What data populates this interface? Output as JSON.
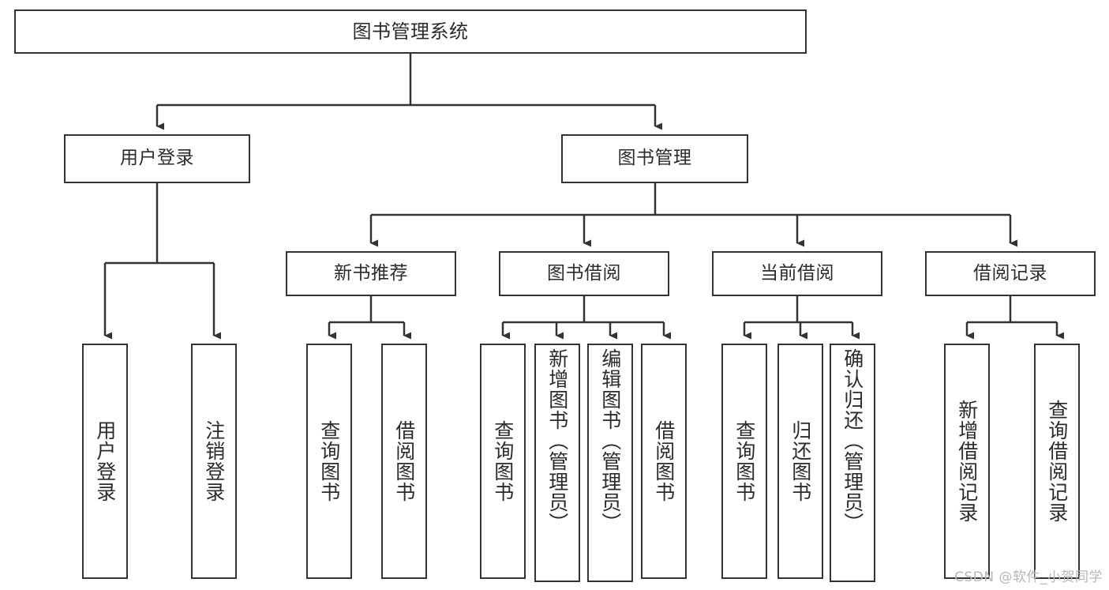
{
  "diagram": {
    "title": "图书管理系统",
    "type": "functional-structure-tree",
    "watermark": "CSDN @软件_小贺同学",
    "colors": {
      "background": "#ffffff",
      "node_border": "#333333",
      "node_fill": "#ffffff",
      "text": "#2b2b2b",
      "edge": "#333333",
      "watermark": "#b8b8b8"
    },
    "levels": {
      "root": {
        "label": "图书管理系统"
      },
      "level2": [
        {
          "id": "user-login",
          "label": "用户登录"
        },
        {
          "id": "book-management",
          "label": "图书管理"
        }
      ],
      "level3": [
        {
          "id": "new-book-recommend",
          "label": "新书推荐",
          "parent": "book-management"
        },
        {
          "id": "book-borrow",
          "label": "图书借阅",
          "parent": "book-management"
        },
        {
          "id": "current-borrow",
          "label": "当前借阅",
          "parent": "book-management"
        },
        {
          "id": "borrow-record",
          "label": "借阅记录",
          "parent": "book-management"
        }
      ],
      "leaves": [
        {
          "id": "leaf-user-login",
          "label": "用户登录",
          "parent": "user-login"
        },
        {
          "id": "leaf-logout-login",
          "label": "注销登录",
          "parent": "user-login"
        },
        {
          "id": "leaf-query-book-1",
          "label": "查询图书",
          "parent": "new-book-recommend"
        },
        {
          "id": "leaf-borrow-book-1",
          "label": "借阅图书",
          "parent": "new-book-recommend"
        },
        {
          "id": "leaf-query-book-2",
          "label": "查询图书",
          "parent": "book-borrow"
        },
        {
          "id": "leaf-add-book",
          "label": "新增图书（管理员）",
          "parent": "book-borrow"
        },
        {
          "id": "leaf-edit-book",
          "label": "编辑图书（管理员）",
          "parent": "book-borrow"
        },
        {
          "id": "leaf-borrow-book-2",
          "label": "借阅图书",
          "parent": "book-borrow"
        },
        {
          "id": "leaf-query-book-3",
          "label": "查询图书",
          "parent": "current-borrow"
        },
        {
          "id": "leaf-return-book",
          "label": "归还图书",
          "parent": "current-borrow"
        },
        {
          "id": "leaf-confirm-return",
          "label": "确认归还（管理员）",
          "parent": "current-borrow"
        },
        {
          "id": "leaf-add-record",
          "label": "新增借阅记录",
          "parent": "borrow-record"
        },
        {
          "id": "leaf-query-record",
          "label": "查询借阅记录",
          "parent": "borrow-record"
        }
      ]
    }
  }
}
